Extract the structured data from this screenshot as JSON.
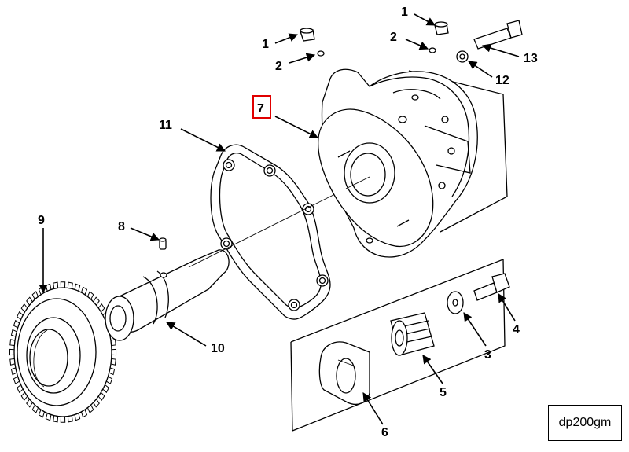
{
  "diagram": {
    "callouts": {
      "c1_left": "1",
      "c1_right": "1",
      "c2_left": "2",
      "c2_right": "2",
      "c3": "3",
      "c4": "4",
      "c5": "5",
      "c6": "6",
      "c7": "7",
      "c8": "8",
      "c9": "9",
      "c10": "10",
      "c11": "11",
      "c12": "12",
      "c13": "13"
    },
    "highlight_color": "#e00000",
    "document_id": "dp200gm"
  }
}
